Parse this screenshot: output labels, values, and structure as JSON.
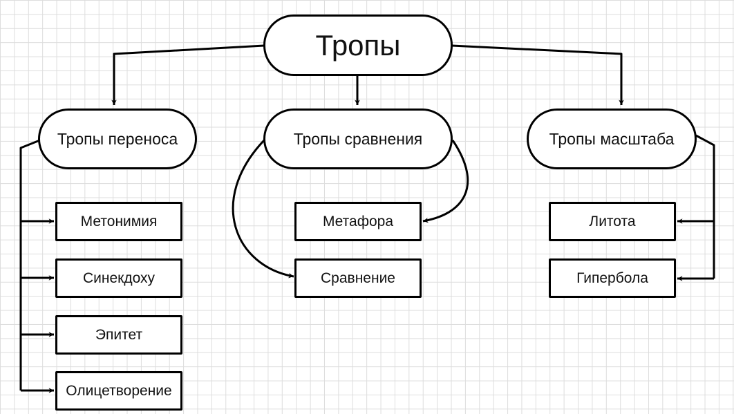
{
  "root": {
    "label": "Тропы"
  },
  "categories": [
    {
      "label": "Тропы переноса",
      "items": [
        "Метонимия",
        "Синекдоху",
        "Эпитет",
        "Олицетворение"
      ]
    },
    {
      "label": "Тропы сравнения",
      "items": [
        "Метафора",
        "Сравнение"
      ]
    },
    {
      "label": "Тропы масштаба",
      "items": [
        "Литота",
        "Гипербола"
      ]
    }
  ],
  "colors": {
    "stroke": "#000000",
    "grid": "#dddddd",
    "background": "#ffffff"
  }
}
